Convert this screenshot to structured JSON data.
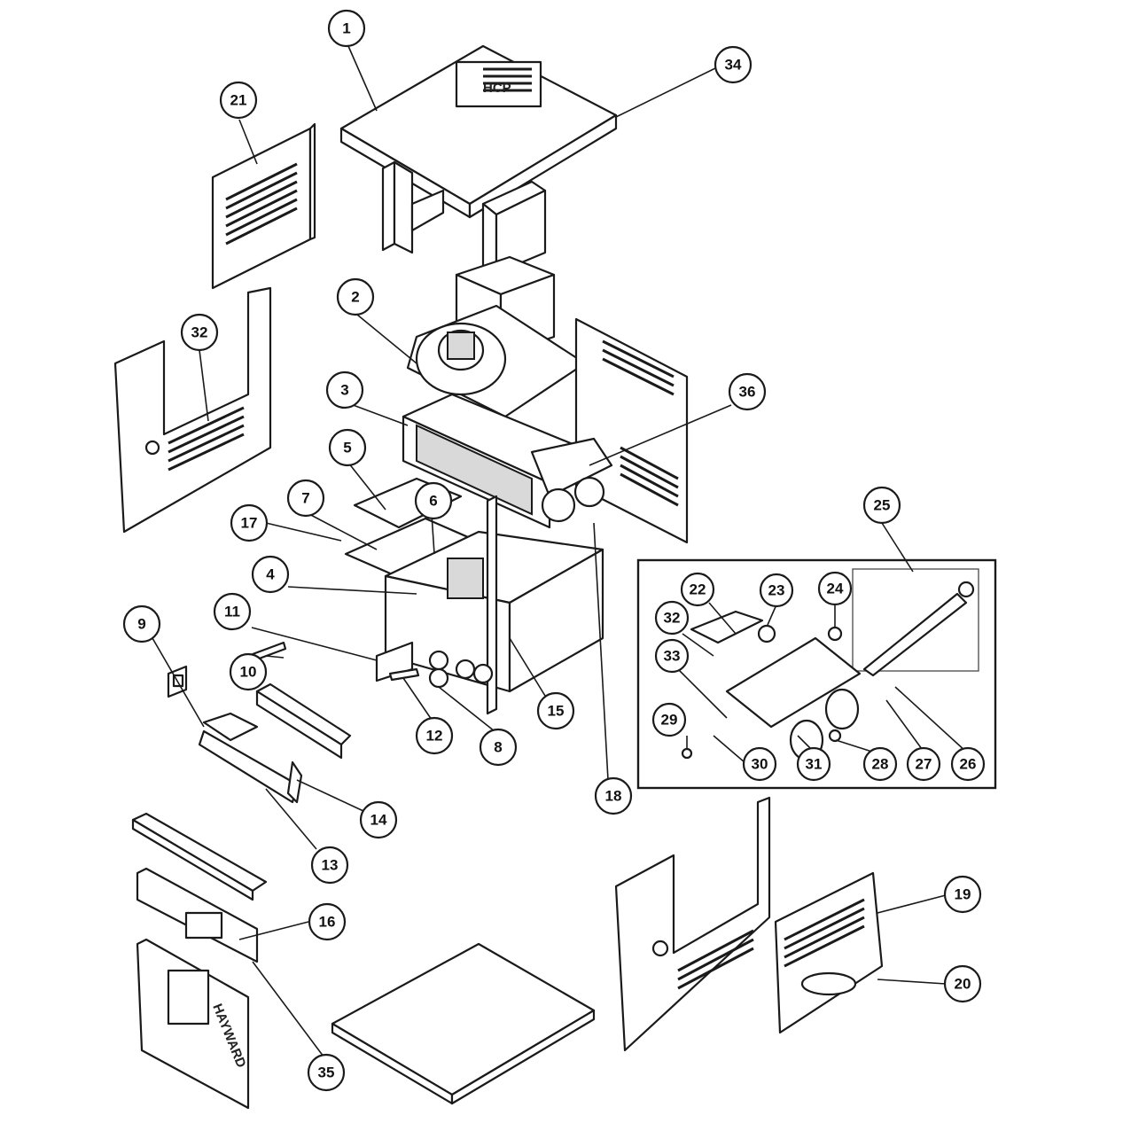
{
  "diagram": {
    "brand_marks": {
      "top_cover_logo": "HCP",
      "front_door_logo": "HAYWARD"
    },
    "callouts": [
      {
        "id": "c1",
        "label": "1"
      },
      {
        "id": "c2",
        "label": "2"
      },
      {
        "id": "c3",
        "label": "3"
      },
      {
        "id": "c4",
        "label": "4"
      },
      {
        "id": "c5",
        "label": "5"
      },
      {
        "id": "c6",
        "label": "6"
      },
      {
        "id": "c7",
        "label": "7"
      },
      {
        "id": "c8",
        "label": "8"
      },
      {
        "id": "c9",
        "label": "9"
      },
      {
        "id": "c10",
        "label": "10"
      },
      {
        "id": "c11",
        "label": "11"
      },
      {
        "id": "c12",
        "label": "12"
      },
      {
        "id": "c13",
        "label": "13"
      },
      {
        "id": "c14",
        "label": "14"
      },
      {
        "id": "c15",
        "label": "15"
      },
      {
        "id": "c16",
        "label": "16"
      },
      {
        "id": "c17",
        "label": "17"
      },
      {
        "id": "c18",
        "label": "18"
      },
      {
        "id": "c19",
        "label": "19"
      },
      {
        "id": "c20",
        "label": "20"
      },
      {
        "id": "c21",
        "label": "21"
      },
      {
        "id": "c22",
        "label": "22"
      },
      {
        "id": "c23",
        "label": "23"
      },
      {
        "id": "c24",
        "label": "24"
      },
      {
        "id": "c25",
        "label": "25"
      },
      {
        "id": "c26",
        "label": "26"
      },
      {
        "id": "c27",
        "label": "27"
      },
      {
        "id": "c28",
        "label": "28"
      },
      {
        "id": "c29",
        "label": "29"
      },
      {
        "id": "c30",
        "label": "30"
      },
      {
        "id": "c31",
        "label": "31"
      },
      {
        "id": "c32a",
        "label": "32"
      },
      {
        "id": "c32b",
        "label": "32"
      },
      {
        "id": "c33",
        "label": "33"
      },
      {
        "id": "c34",
        "label": "34"
      },
      {
        "id": "c35",
        "label": "35"
      },
      {
        "id": "c36",
        "label": "36"
      }
    ]
  }
}
